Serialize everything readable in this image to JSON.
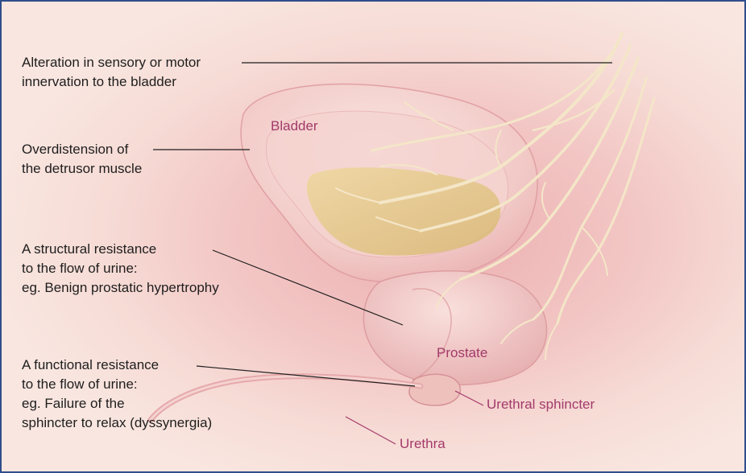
{
  "callouts": [
    {
      "id": "sensory",
      "lines": [
        "Alteration in sensory or motor",
        "innervation to the bladder"
      ]
    },
    {
      "id": "overdistension",
      "lines": [
        "Overdistension of",
        "the detrusor muscle"
      ]
    },
    {
      "id": "structural",
      "lines": [
        "A structural resistance",
        "to the flow of urine:",
        "eg. Benign prostatic hypertrophy"
      ]
    },
    {
      "id": "functional",
      "lines": [
        "A functional resistance",
        "to the flow of urine:",
        "eg. Failure of the",
        "sphincter to relax (dyssynergia)"
      ]
    }
  ],
  "organ_labels": {
    "bladder": "Bladder",
    "prostate": "Prostate",
    "urethral_sphincter": "Urethral sphincter",
    "urethra": "Urethra"
  },
  "colors": {
    "border": "#2f4d8c",
    "organ_label": "#a33a6a",
    "leader_line_black": "#1e1e1e",
    "leader_line_magenta": "#a33a6a",
    "nerve": "#f4e6c8",
    "urine": "#e6c98a"
  }
}
